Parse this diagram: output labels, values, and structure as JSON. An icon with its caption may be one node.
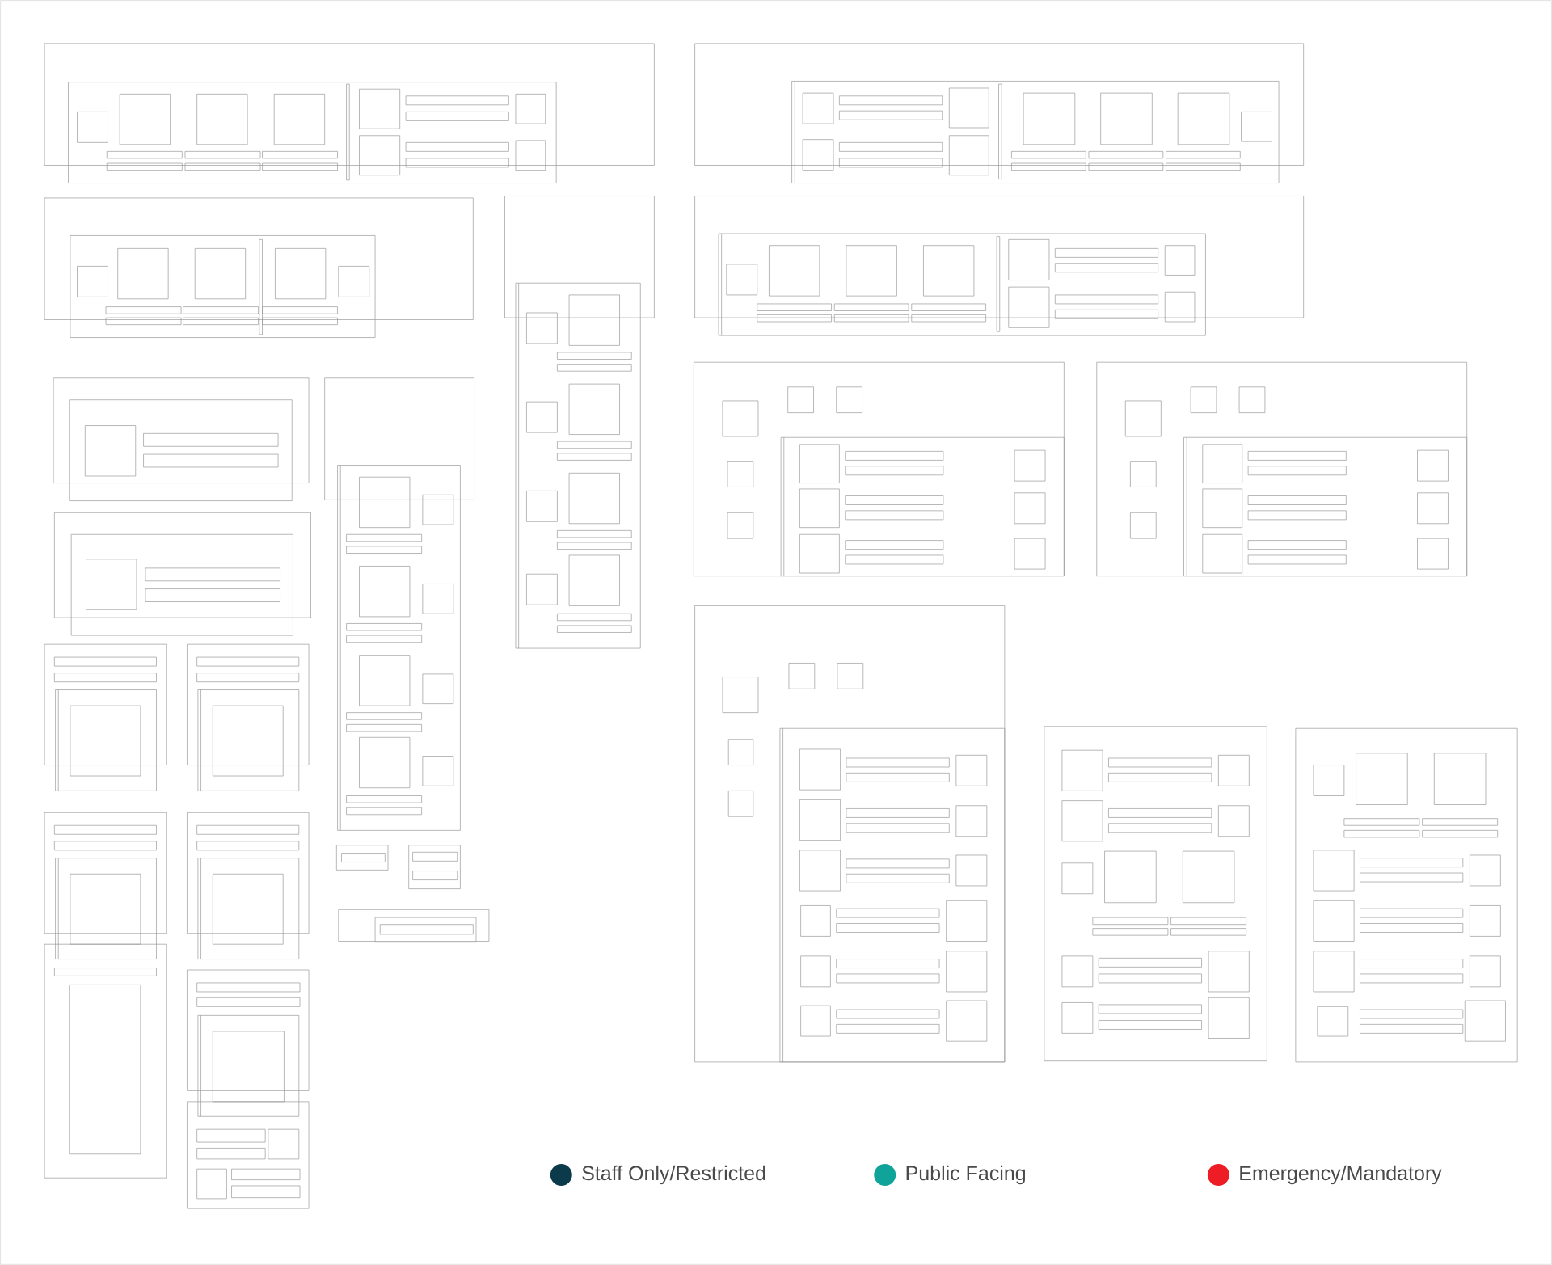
{
  "diagram": {
    "legend": [
      {
        "text": "Staff Only/Restricted",
        "color": "#0b3a4a"
      },
      {
        "text": "Public Facing",
        "color": "#0fa39a"
      },
      {
        "text": "Emergency/Mandatory",
        "color": "#ee1c25"
      }
    ]
  }
}
